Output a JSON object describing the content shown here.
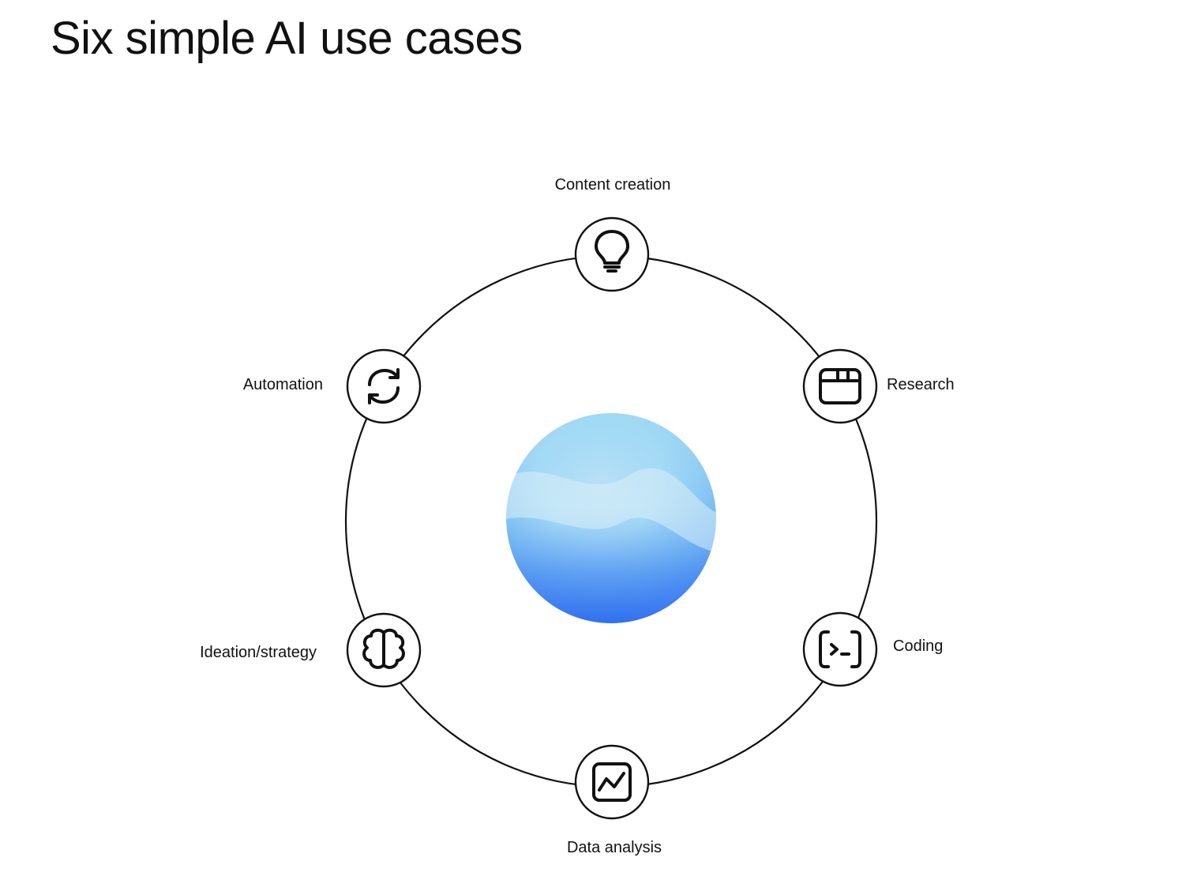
{
  "title": "Six simple AI use cases",
  "colors": {
    "line": "#111111",
    "orb_light": "#a9dff6",
    "orb_mid": "#6eb6f2",
    "orb_dark": "#2f6ff0"
  },
  "use_cases": [
    {
      "label": "Content creation",
      "icon": "lightbulb-icon"
    },
    {
      "label": "Research",
      "icon": "browser-window-icon"
    },
    {
      "label": "Coding",
      "icon": "terminal-icon"
    },
    {
      "label": "Data analysis",
      "icon": "line-chart-icon"
    },
    {
      "label": "Ideation/strategy",
      "icon": "brain-icon"
    },
    {
      "label": "Automation",
      "icon": "refresh-icon"
    }
  ]
}
